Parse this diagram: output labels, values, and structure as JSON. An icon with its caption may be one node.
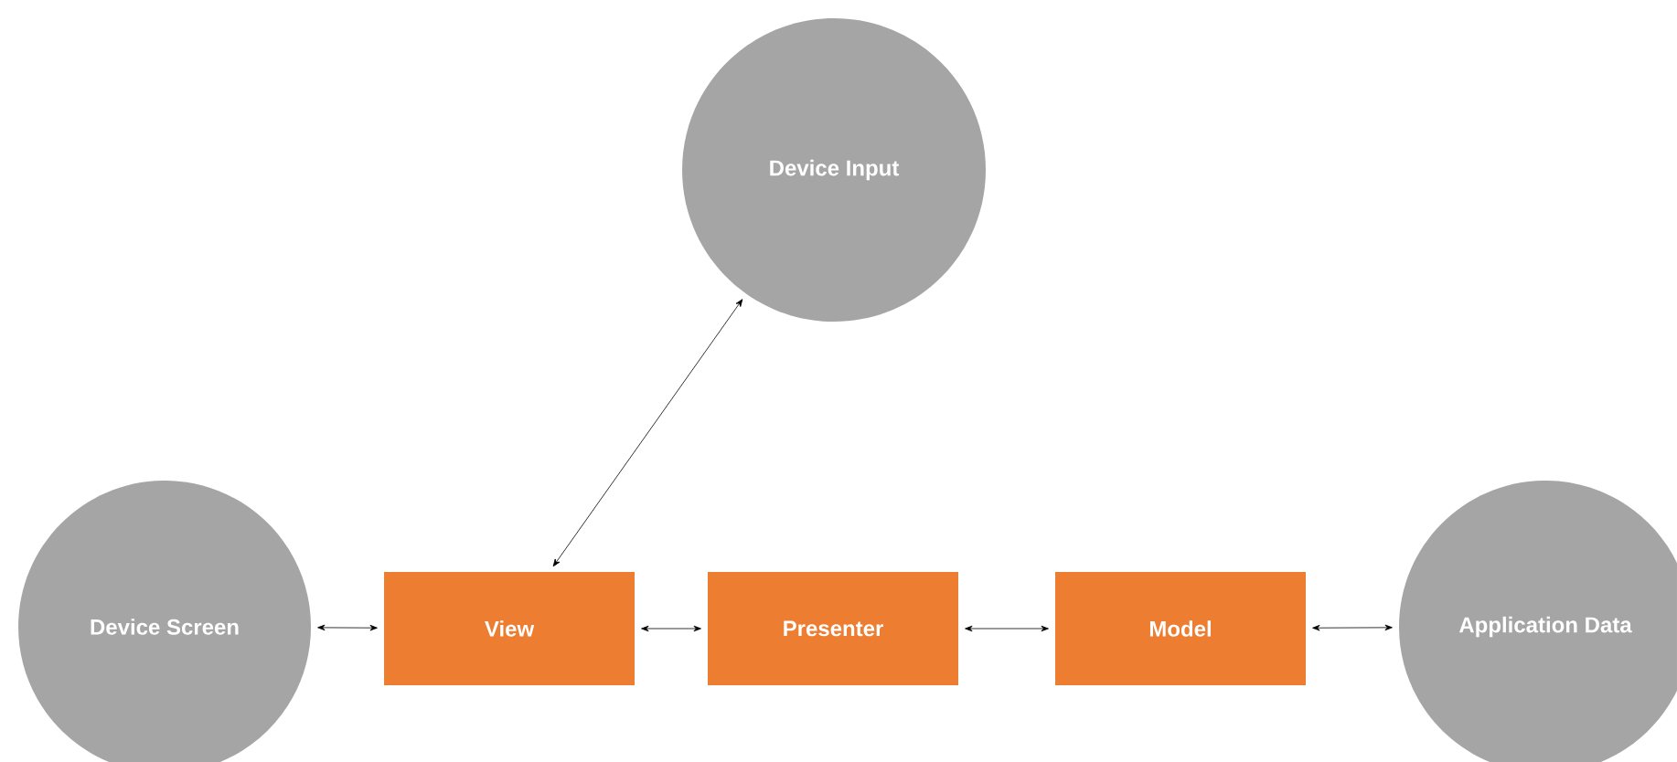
{
  "diagram": {
    "nodes": [
      {
        "text": [
          "Device Input"
        ]
      },
      {
        "text": [
          "Device Screen"
        ]
      },
      {
        "text": [
          "View"
        ]
      },
      {
        "text": [
          "Presenter"
        ]
      },
      {
        "text": [
          "Model"
        ]
      },
      {
        "text": [
          "Application Data"
        ]
      }
    ],
    "edges": [
      {
        "from": 1,
        "to": 2,
        "arrow": "both"
      },
      {
        "from": 2,
        "to": 3,
        "arrow": "both"
      },
      {
        "from": 3,
        "to": 4,
        "arrow": "both"
      },
      {
        "from": 4,
        "to": 5,
        "arrow": "both"
      },
      {
        "from": 2,
        "to": 0,
        "arrow": "both"
      }
    ]
  }
}
